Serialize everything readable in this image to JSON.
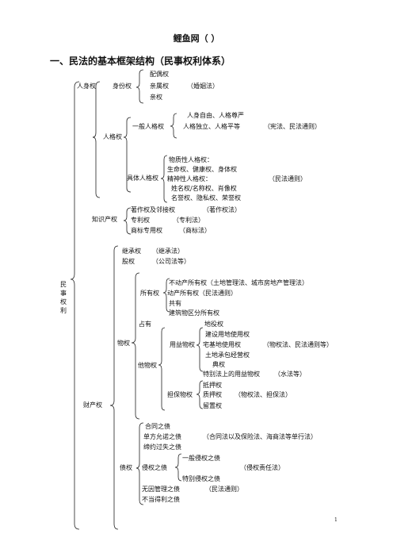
{
  "header": {
    "site_title": "鲤鱼网（ ）",
    "section_heading": "一、民法的基本框架结构（民事权利体系）"
  },
  "root": {
    "label": "民事权利"
  },
  "personal_rights": {
    "label": "人身权",
    "identity": {
      "label": "身份权",
      "items": [
        "配偶权",
        "亲属权",
        "亲权"
      ],
      "note": "（婚姻法）"
    },
    "personality": {
      "label": "人格权",
      "general": {
        "label": "一般人格权",
        "items": [
          "人身自由、人格尊严",
          "人格独立、人格平等"
        ],
        "note": "（宪法、民法通则）"
      },
      "specific": {
        "label": "具体人格权",
        "items": [
          "物质性人格权：",
          "生命权、健康权、身体权",
          "精神性人格权：",
          "姓名权/名称权、肖像权",
          "名誉权、隐私权、荣誉权"
        ],
        "note": "（民法通则）"
      }
    },
    "ip": {
      "label": "知识产权",
      "items": [
        "著作权及邻接权",
        "专利权",
        "商标专用权"
      ],
      "notes": [
        "（著作权法）",
        "（专利法）",
        "（商标法）"
      ]
    }
  },
  "property_rights": {
    "label": "财产权",
    "inheritance": {
      "label": "继承权",
      "note": "（继承法）"
    },
    "equity": {
      "label": "股权",
      "note": "（公司法等）"
    },
    "real_rights": {
      "label": "物权",
      "ownership": {
        "label": "所有权",
        "items": [
          "不动产所有权（土地管理法、城市房地产管理法）",
          "动产所有权（民法通则）",
          "共有",
          "建筑物区分所有权"
        ]
      },
      "possession": {
        "label": "占有"
      },
      "limited": {
        "label": "他物权",
        "servitude": "地役权",
        "usufruct": {
          "label": "用益物权",
          "items": [
            "建设用地使用权",
            "宅基地使用权",
            "土地承包经营权",
            "典权",
            "特别法上的用益物权"
          ],
          "notes": [
            "（物权法、民法通则等）",
            "（水法等）"
          ]
        },
        "security": {
          "label": "担保物权",
          "items": [
            "抵押权",
            "质押权",
            "留置权"
          ],
          "note": "（物权法、担保法）"
        }
      }
    },
    "obligations": {
      "label": "债权",
      "items": [
        "合同之债",
        "单方允诺之债",
        "缔约过失之债"
      ],
      "unilateral_note": "（合同法以及保险法、海商法等单行法）",
      "tort": {
        "label": "侵权之债",
        "items": [
          "一般侵权之债",
          "特别侵权之债"
        ],
        "note": "（侵权责任法）"
      },
      "others": [
        "无因管理之债",
        "不当得利之债"
      ],
      "others_note": "（民法通则）"
    }
  },
  "footer": {
    "page_number": "1"
  }
}
